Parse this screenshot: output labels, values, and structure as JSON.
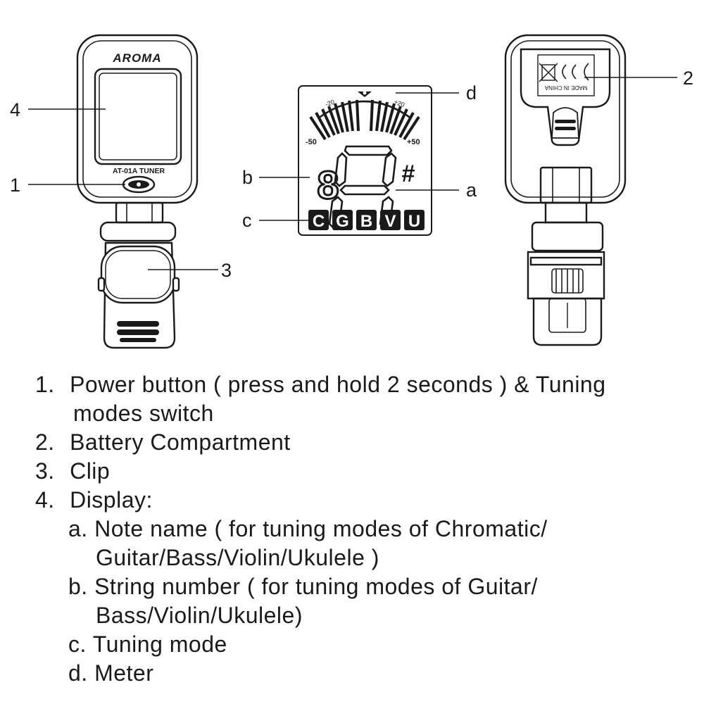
{
  "device": {
    "brand": "AROMA",
    "model": "AT-01A TUNER",
    "back_label": "MADE IN CHINA"
  },
  "callouts": {
    "n1": "1",
    "n2": "2",
    "n3": "3",
    "n4": "4",
    "a": "a",
    "b": "b",
    "c": "c",
    "d": "d"
  },
  "display": {
    "meter_scale": {
      "m50": "-50",
      "m20": "-20",
      "p20": "+20",
      "p50": "+50"
    },
    "string_number": "8",
    "sharp": "#",
    "modes": [
      "C",
      "G",
      "B",
      "V",
      "U"
    ]
  },
  "legend": {
    "i1_num": "1.",
    "i1_text_a": "Power button ( press and hold 2 seconds ) & Tuning",
    "i1_text_b": "modes switch",
    "i2_num": "2.",
    "i2_text": "Battery Compartment",
    "i3_num": "3.",
    "i3_text": "Clip",
    "i4_num": "4.",
    "i4_text": "Display:",
    "a_text_a": "a. Note name ( for tuning modes of Chromatic/",
    "a_text_b": "Guitar/Bass/Violin/Ukulele )",
    "b_text_a": "b. String number ( for tuning modes of  Guitar/",
    "b_text_b": "Bass/Violin/Ukulele)",
    "c_text": "c. Tuning mode",
    "d_text": "d. Meter"
  }
}
